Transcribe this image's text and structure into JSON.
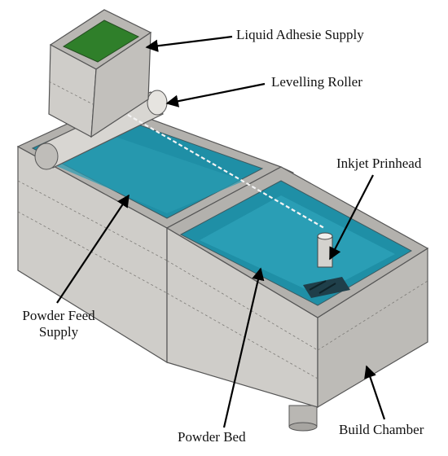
{
  "labels": {
    "liquid_adhesive_supply": "Liquid Adhesie Supply",
    "levelling_roller": "Levelling Roller",
    "inkjet_printhead": "Inkjet Prinhead",
    "powder_feed_supply_line1": "Powder Feed",
    "powder_feed_supply_line2": "Supply",
    "powder_bed": "Powder Bed",
    "build_chamber": "Build Chamber"
  },
  "colors": {
    "tank_gray": "#c9c7c3",
    "tank_dark": "#8f8d89",
    "powder_blue": "#1f8fa6",
    "powder_blue_light": "#3fb3c9",
    "adhesive_green": "#2f7f2a"
  }
}
